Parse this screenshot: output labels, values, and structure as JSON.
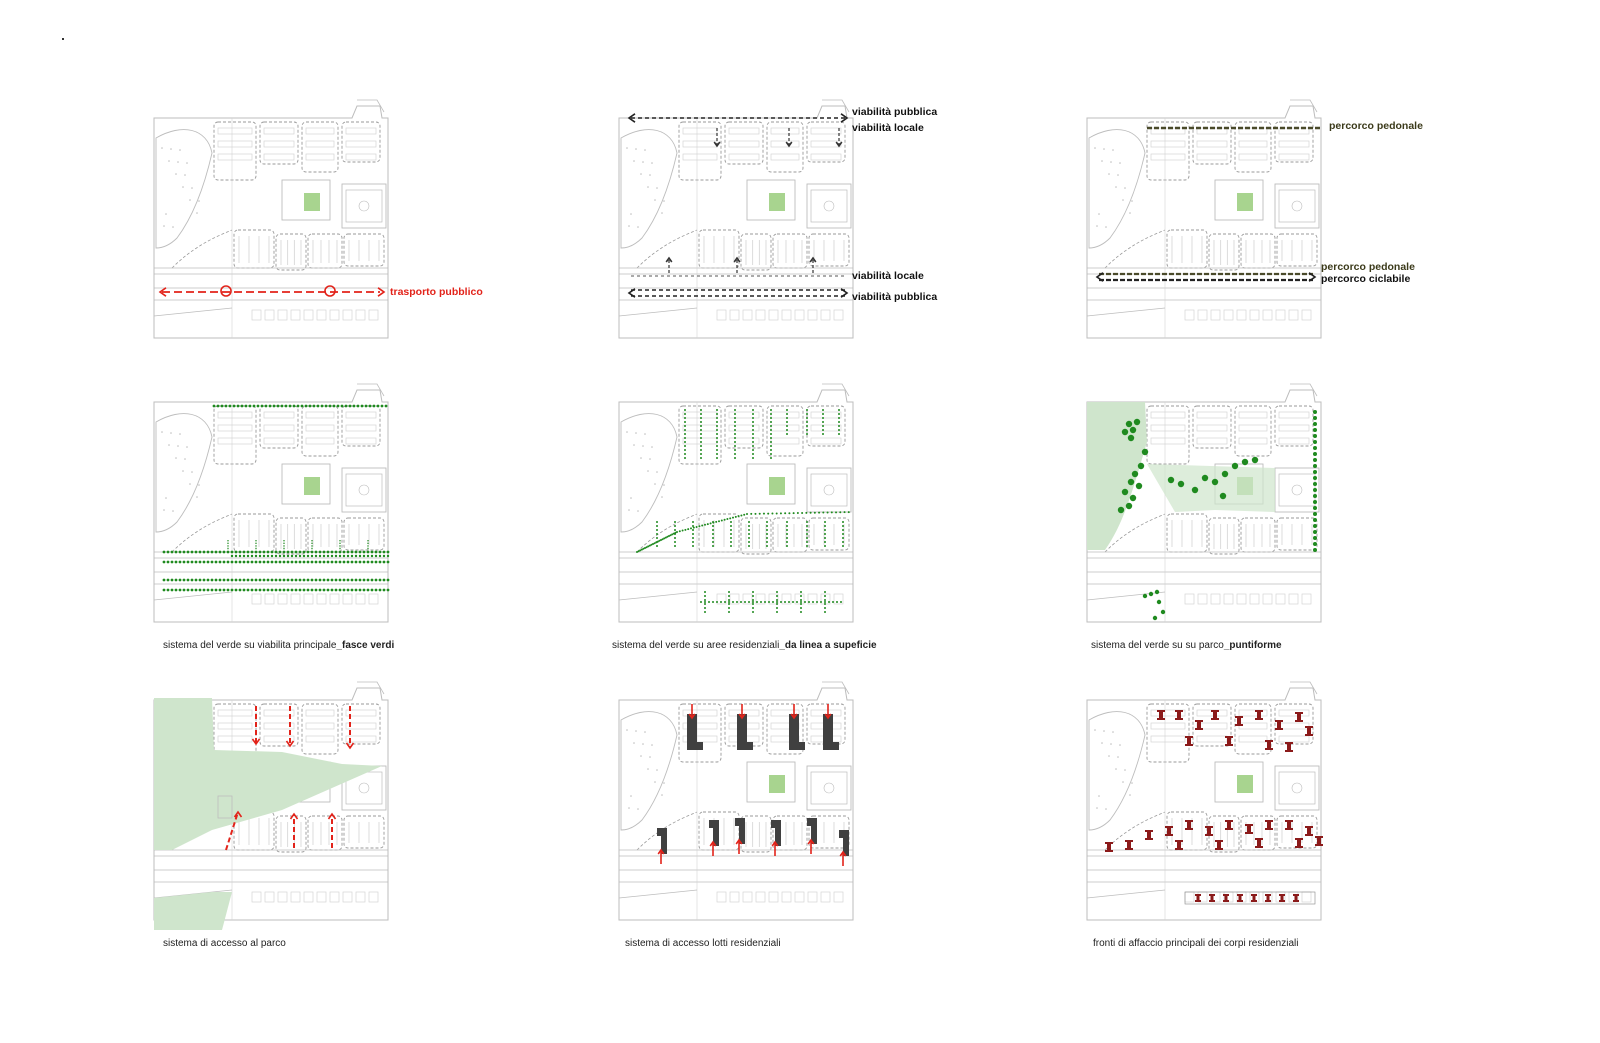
{
  "labels": {
    "p1_transit": "trasporto pubblico",
    "p2_public_top": "viabilità pubblica",
    "p2_local_top": "viabilità locale",
    "p2_local_bottom": "viabilità  locale",
    "p2_public_bottom": "viabilità pubblica",
    "p3_ped_top": "percorco pedonale",
    "p3_ped_bottom": "percorco pedonale",
    "p3_cycle": "percorco ciclabile"
  },
  "captions": {
    "c4_plain": "sistema del verde su viabilita principale",
    "c4_bold": "_fasce verdi",
    "c5_plain": "sistema del verde su aree residenziali",
    "c5_bold": "_da linea a supeficie",
    "c6_plain": "sistema del verde su su parco",
    "c6_bold": "_puntiforme",
    "c7": "sistema di accesso al parco",
    "c8": "sistema di accesso lotti residenziali",
    "c9": "fronti di affaccio principali dei corpi residenziali"
  },
  "colors": {
    "red": "#e2231a",
    "green": "#1f8a1f",
    "park": "#cfe5cc",
    "dark": "#3a3a3a",
    "brown": "#8b1a1a",
    "olive": "#4a4a2a"
  }
}
